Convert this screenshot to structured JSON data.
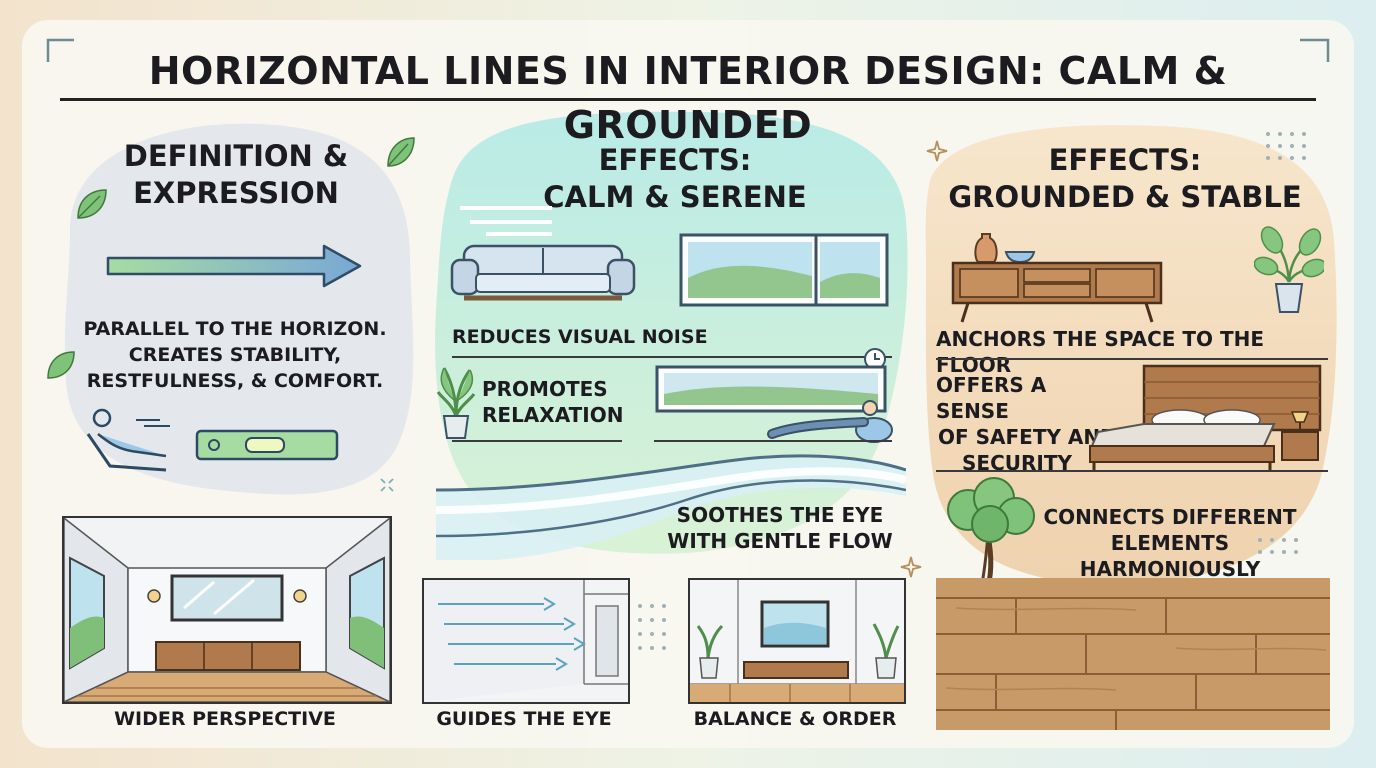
{
  "title": "HORIZONTAL LINES IN INTERIOR DESIGN: CALM & GROUNDED",
  "columns": {
    "definition": {
      "heading_line1": "DEFINITION &",
      "heading_line2": "EXPRESSION",
      "body_line1": "PARALLEL TO THE HORIZON.",
      "body_line2": "CREATES STABILITY,",
      "body_line3": "RESTFULNESS, & COMFORT."
    },
    "calm": {
      "heading_line1": "EFFECTS:",
      "heading_line2": "CALM & SERENE",
      "item1": "REDUCES VISUAL NOISE",
      "item2_line1": "PROMOTES",
      "item2_line2": "RELAXATION",
      "item3_line1": "SOOTHES THE EYE",
      "item3_line2": "WITH GENTLE FLOW"
    },
    "grounded": {
      "heading_line1": "EFFECTS:",
      "heading_line2": "GROUNDED & STABLE",
      "item1": "ANCHORS THE SPACE TO THE FLOOR",
      "item2_line1": "OFFERS A SENSE",
      "item2_line2": "OF SAFETY AND",
      "item2_line3": "SECURITY",
      "item3_line1": "CONNECTS DIFFERENT",
      "item3_line2": "ELEMENTS",
      "item3_line3": "HARMONIOUSLY"
    }
  },
  "bottom_panels": {
    "wider": "WIDER PERSPECTIVE",
    "guides": "GUIDES THE EYE",
    "balance": "BALANCE & ORDER"
  },
  "colors": {
    "blob_gray": "#e6e8ec",
    "blob_teal": "#c8ecec",
    "blob_tan": "#f4e2c8",
    "wood": "#c89a68",
    "accent_green": "#6fb56a",
    "accent_blue": "#5aa0c8"
  },
  "icons": [
    "arrow-right-icon",
    "leaf-icon",
    "sofa-icon",
    "window-icon",
    "plant-icon",
    "clock-icon",
    "reclining-person-icon",
    "spirit-level-icon",
    "sideboard-icon",
    "vase-icon",
    "bed-icon",
    "tree-icon",
    "sparkle-icon"
  ]
}
